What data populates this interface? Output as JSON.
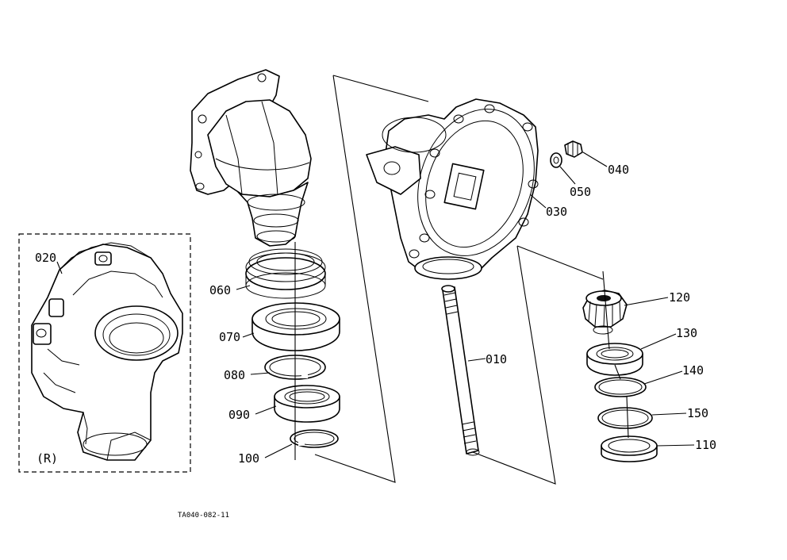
{
  "drawing_code": "TA040-082-11",
  "inset_label": "(R)",
  "parts": {
    "p010": "010",
    "p020": "020",
    "p030": "030",
    "p040": "040",
    "p050": "050",
    "p060": "060",
    "p070": "070",
    "p080": "080",
    "p090": "090",
    "p100": "100",
    "p110": "110",
    "p120": "120",
    "p130": "130",
    "p140": "140",
    "p150": "150"
  }
}
